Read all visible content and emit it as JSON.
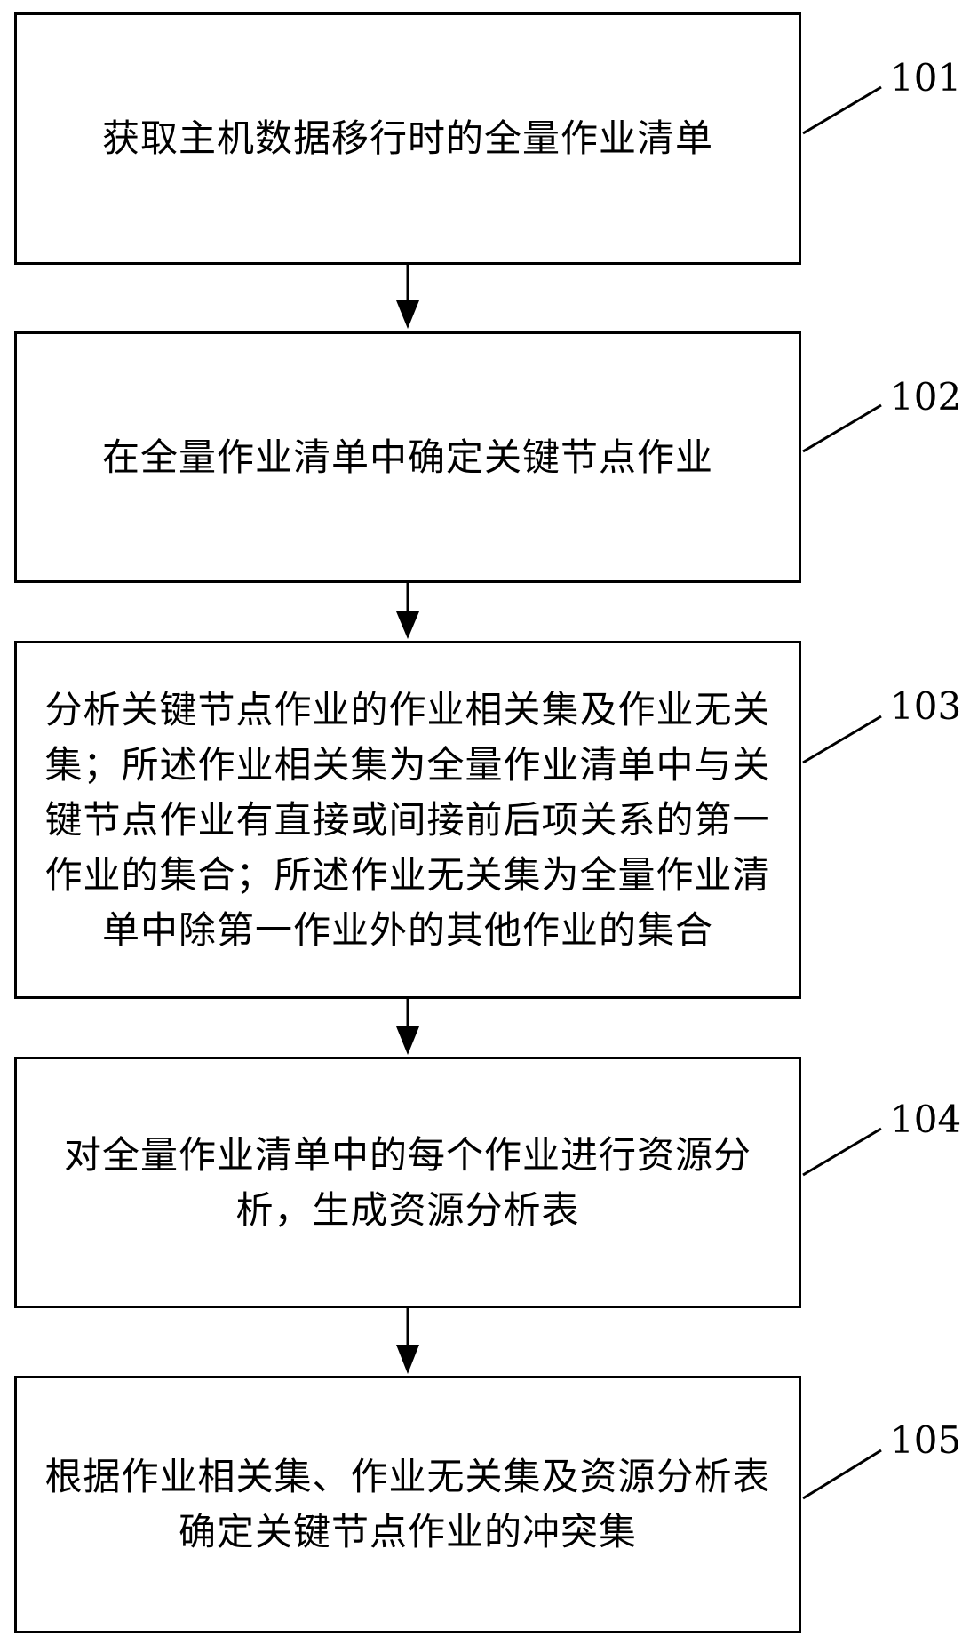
{
  "steps": [
    {
      "id": "101",
      "text": "获取主机数据移行时的全量作业清单"
    },
    {
      "id": "102",
      "text": "在全量作业清单中确定关键节点作业"
    },
    {
      "id": "103",
      "text": "分析关键节点作业的作业相关集及作业无关集；所述作业相关集为全量作业清单中与关键节点作业有直接或间接前后项关系的第一作业的集合；所述作业无关集为全量作业清单中除第一作业外的其他作业的集合"
    },
    {
      "id": "104",
      "text": "对全量作业清单中的每个作业进行资源分析，生成资源分析表"
    },
    {
      "id": "105",
      "text": "根据作业相关集、作业无关集及资源分析表确定关键节点作业的冲突集"
    }
  ]
}
